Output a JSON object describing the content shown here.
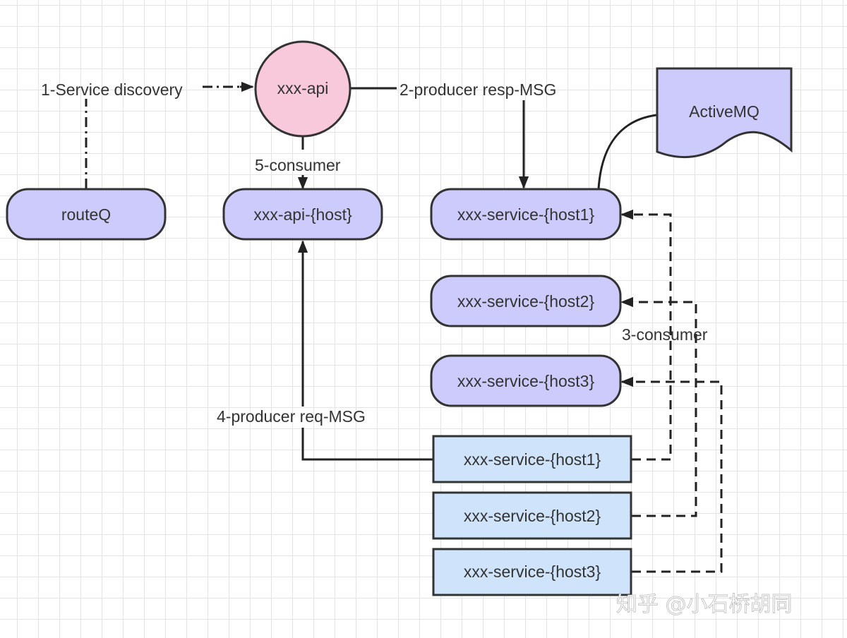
{
  "nodes": {
    "route_q": "routeQ",
    "xxx_api": "xxx-api",
    "xxx_api_host": "xxx-api-{host}",
    "active_mq": "ActiveMQ",
    "queues": [
      "xxx-service-{host1}",
      "xxx-service-{host2}",
      "xxx-service-{host3}"
    ],
    "services": [
      "xxx-service-{host1}",
      "xxx-service-{host2}",
      "xxx-service-{host3}"
    ]
  },
  "edges": {
    "service_discovery": "1-Service discovery",
    "producer_resp": "2-producer resp-MSG",
    "consumer_3": "3-consumer",
    "producer_req": "4-producer req-MSG",
    "consumer_5": "5-consumer"
  },
  "watermark": "知乎 @小石桥胡同",
  "colors": {
    "queue_fill": "#cccbfb",
    "api_fill": "#f7c9da",
    "service_fill": "#cfe4fb",
    "mq_fill": "#cccbfb",
    "stroke": "#333333"
  }
}
